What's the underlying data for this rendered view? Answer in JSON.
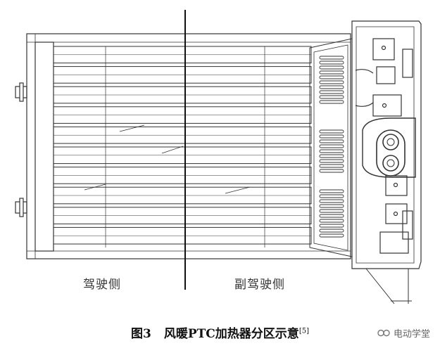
{
  "labels": {
    "driver_side": "驾驶侧",
    "passenger_side": "副驾驶侧"
  },
  "caption": {
    "figure_number": "图3",
    "title": "风暖PTC加热器分区示意",
    "reference": "[5]"
  },
  "watermark": {
    "icon": "wechat-channel-icon",
    "text": "电动学堂"
  },
  "colors": {
    "line": "#333333",
    "background": "#ffffff"
  }
}
